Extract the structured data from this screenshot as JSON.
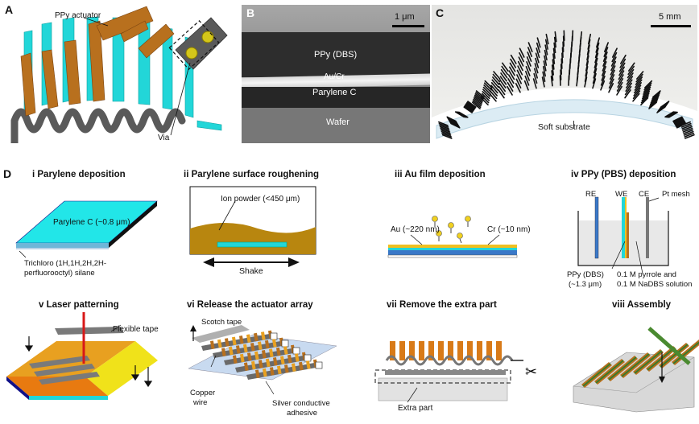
{
  "panel_a": {
    "letter": "A",
    "actuator_label": "PPy actuator",
    "via_label": "Via",
    "colors": {
      "actuator": "#b8701e",
      "substrate": "#22d6d8",
      "serpentine": "#5a5a5a",
      "via": "#d4c61a"
    }
  },
  "panel_b": {
    "letter": "B",
    "scale_label": "1 μm",
    "layers": {
      "ppy": "PPy (DBS)",
      "aucr": "Au/Cr",
      "parylene": "Parylene C",
      "wafer": "Wafer"
    }
  },
  "panel_c": {
    "letter": "C",
    "scale_label": "5 mm",
    "substrate_label": "Soft substrate"
  },
  "panel_d": {
    "letter": "D",
    "steps": [
      {
        "title": "i Parylene deposition",
        "labels": [
          "Parylene  C (~0.8 μm)",
          "Trichloro (1H,1H,2H,2H-",
          "perfluorooctyl) silane"
        ]
      },
      {
        "title": "ii Parylene surface roughening",
        "labels": [
          "Ion powder (<450 μm)",
          "Shake"
        ]
      },
      {
        "title": "iii Au film deposition",
        "labels": [
          "Au (~220 nm)",
          "Cr (~10 nm)"
        ]
      },
      {
        "title": "iv PPy (PBS) deposition",
        "labels": [
          "RE",
          "WE",
          "CE",
          "Pt mesh",
          "PPy (DBS)",
          "(~1.3 μm)",
          "0.1 M pyrrole and",
          "0.1 M NaDBS solution"
        ]
      },
      {
        "title": "v Laser patterning",
        "labels": [
          "Flexible tape"
        ]
      },
      {
        "title": "vi Release the actuator array",
        "labels": [
          "Scotch tape",
          "Copper",
          "wire",
          "Silver conductive",
          "adhesive"
        ]
      },
      {
        "title": "vii Remove the extra part",
        "labels": [
          "Extra part"
        ]
      },
      {
        "title": "viii Assembly",
        "labels": []
      }
    ]
  }
}
